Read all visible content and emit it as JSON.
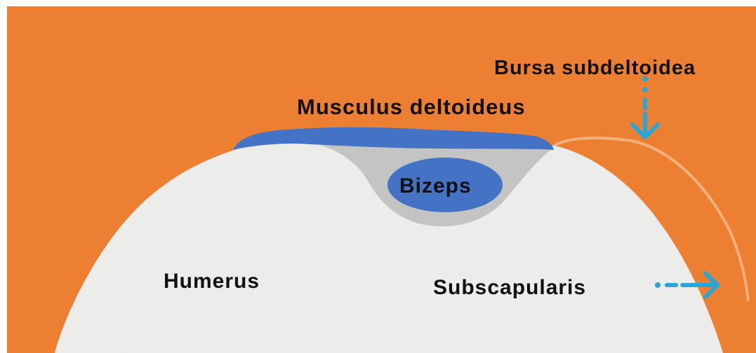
{
  "labels": {
    "bursa": "Bursa subdeltoidea",
    "deltoid": "Musculus deltoideus",
    "bizeps": "Bizeps",
    "humerus": "Humerus",
    "subscapularis": "Subscapularis"
  },
  "colors": {
    "background": "#ED7F33",
    "border": "#ffffff",
    "bone": "#F0F0EE",
    "muscle": "#4472C4",
    "soft_tissue": "#C4C4C4",
    "bursa_line": "#F3B07C",
    "arrow": "#27A7D8"
  }
}
